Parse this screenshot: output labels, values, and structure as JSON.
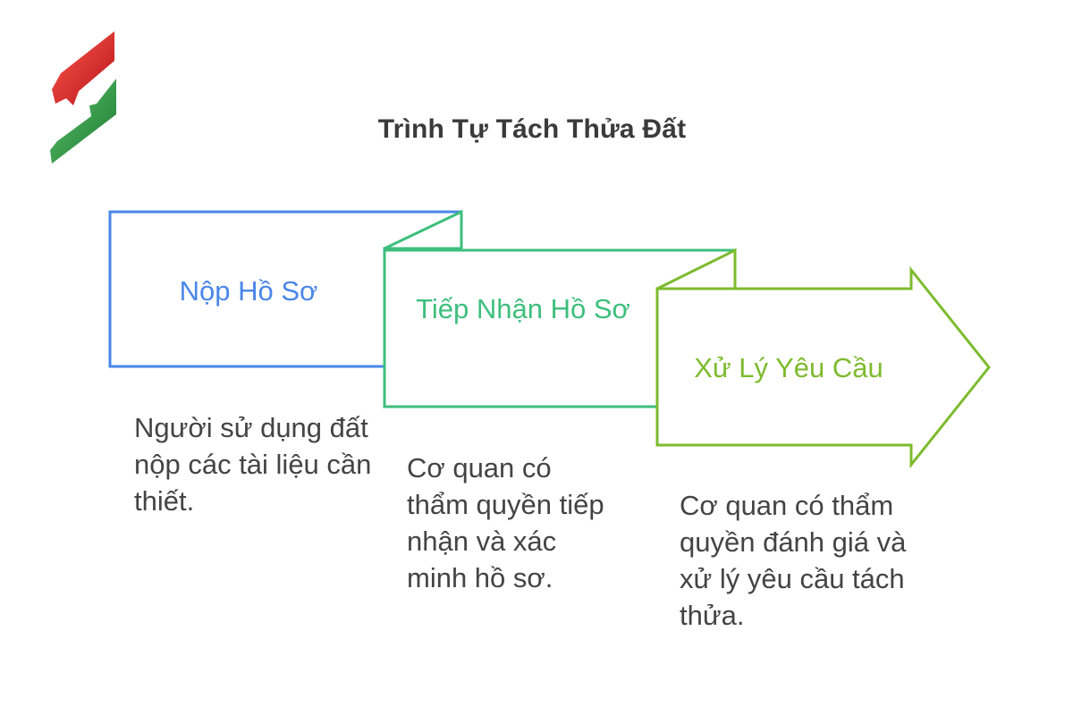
{
  "diagram": {
    "title": "Trình Tự Tách Thửa Đất",
    "steps": [
      {
        "label": "Nộp Hồ Sơ",
        "description": "Người sử dụng đất nộp các tài liệu cần thiết.",
        "color": "#4a86e8"
      },
      {
        "label": "Tiếp Nhận Hồ Sơ",
        "description": "Cơ quan có thẩm quyền tiếp nhận và xác minh hồ sơ.",
        "color": "#3dbf7c"
      },
      {
        "label": "Xử Lý Yêu Cầu",
        "description": "Cơ quan có thẩm quyền đánh giá và xử lý yêu cầu tách thửa.",
        "color": "#7dbb2e"
      }
    ]
  },
  "logo": {
    "colors": {
      "red": "#d7262b",
      "green": "#2e9a3f"
    }
  }
}
